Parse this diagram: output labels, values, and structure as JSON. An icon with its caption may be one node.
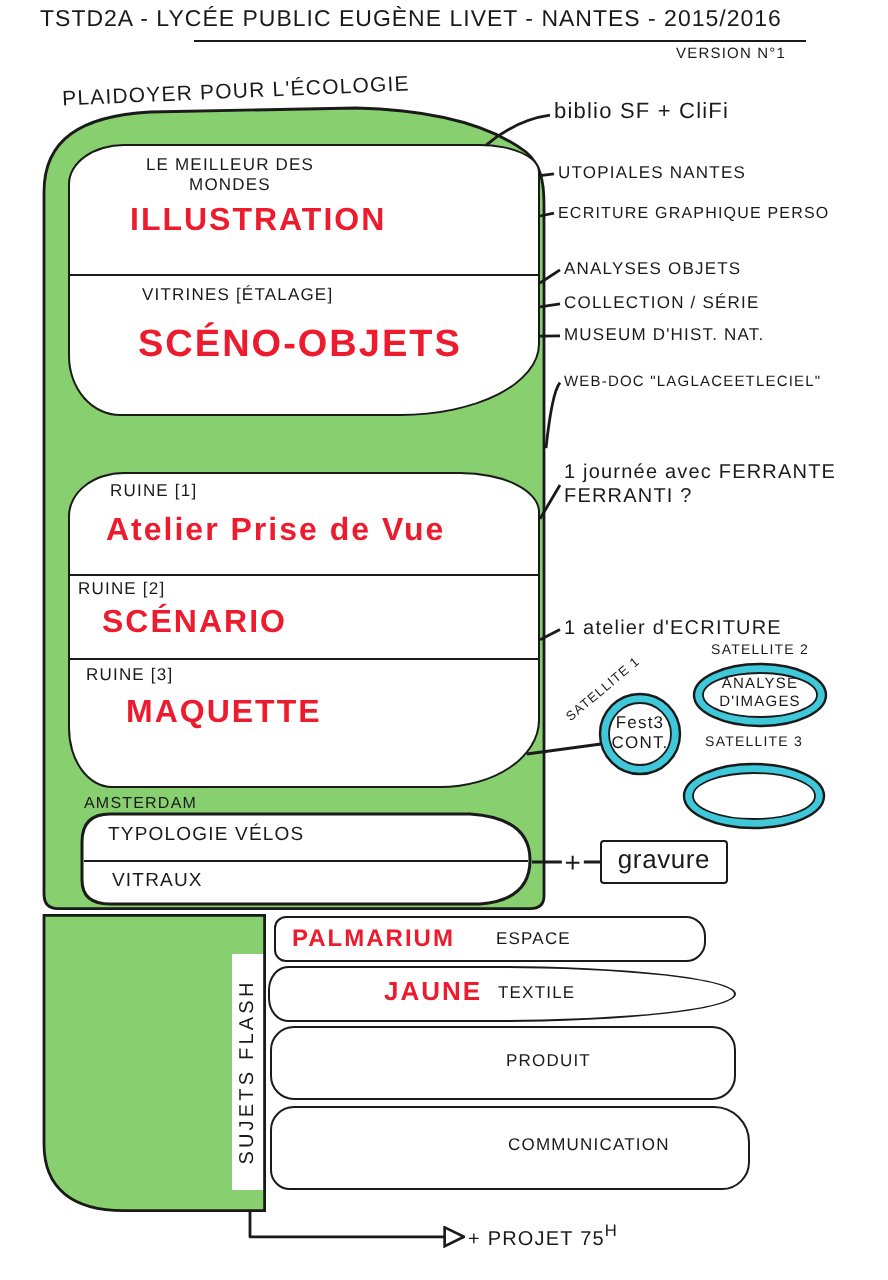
{
  "diagram": {
    "title": "TSTD2A - LYCÉE PUBLIC EUGÈNE LIVET - NANTES - 2015/2016",
    "nodes": [
      {
        "text": [
          "PLAIDOYER POUR L'ÉCOLOGIE"
        ]
      },
      {
        "text": [
          "LE MEILLEUR DES MONDES",
          "ILLUSTRATION"
        ],
        "in": 0
      },
      {
        "text": [
          "VITRINES [ÉTALAGE]",
          "SCÉNO-OBJETS"
        ],
        "in": 0
      },
      {
        "text": [
          "biblio SF + CliFi"
        ]
      },
      {
        "text": [
          "UTOPIALES NANTES"
        ]
      },
      {
        "text": [
          "ECRITURE GRAPHIQUE PERSO"
        ]
      },
      {
        "text": [
          "ANALYSES OBJETS"
        ]
      },
      {
        "text": [
          "COLLECTION / SÉRIE"
        ]
      },
      {
        "text": [
          "MUSEUM D'HIST. NAT."
        ]
      },
      {
        "text": [
          "WEB-DOC \"LAGLACEETLECIEL\""
        ]
      },
      {
        "text": [
          "RUINE [1]",
          "Atelier Prise de Vue"
        ],
        "in": 0
      },
      {
        "text": [
          "1 journée avec FERRANTE FERRANTI ?"
        ]
      },
      {
        "text": [
          "RUINE [2]",
          "SCÉNARIO"
        ],
        "in": 0
      },
      {
        "text": [
          "1 atelier d'ECRITURE"
        ]
      },
      {
        "text": [
          "RUINE [3]",
          "MAQUETTE"
        ],
        "in": 0
      },
      {
        "text": [
          "SATELLITE 1",
          "Fest3 CONT."
        ]
      },
      {
        "text": [
          "SATELLITE 2",
          "ANALYSE D'IMAGES"
        ]
      },
      {
        "text": [
          "SATELLITE 3"
        ]
      },
      {
        "text": [
          "AMSTERDAM"
        ],
        "in": 0
      },
      {
        "text": [
          "TYPOLOGIE VÉLOS"
        ],
        "in": 18
      },
      {
        "text": [
          "VITRAUX"
        ],
        "in": 18
      },
      {
        "text": [
          "gravure"
        ]
      },
      {
        "text": [
          "SUJETS FLASH"
        ]
      },
      {
        "text": [
          "PALMARIUM",
          "ESPACE"
        ]
      },
      {
        "text": [
          "JAUNE",
          "TEXTILE"
        ]
      },
      {
        "text": [
          "PRODUIT"
        ]
      },
      {
        "text": [
          "COMMUNICATION"
        ]
      },
      {
        "text": [
          "+ PROJET 75$^{H}$"
        ]
      }
    ],
    "edges": [
      {
        "from": 3,
        "to": 1,
        "arrow": "none"
      },
      {
        "from": 4,
        "to": 1,
        "arrow": "none"
      },
      {
        "from": 5,
        "to": 1,
        "arrow": "none"
      },
      {
        "from": 6,
        "to": 2,
        "arrow": "none"
      },
      {
        "from": 7,
        "to": 2,
        "arrow": "none"
      },
      {
        "from": 8,
        "to": 2,
        "arrow": "none"
      },
      {
        "from": 9,
        "to": 0,
        "arrow": "none"
      },
      {
        "from": 11,
        "to": 10,
        "arrow": "none"
      },
      {
        "from": 13,
        "to": 12,
        "arrow": "none"
      },
      {
        "from": 15,
        "to": 14,
        "arrow": "none"
      },
      {
        "from": 18,
        "to": 21,
        "arrow": "none",
        "label": "+"
      },
      {
        "from": 22,
        "to": 27,
        "arrow": "to"
      }
    ],
    "labels": [
      "VERSION N°1"
    ]
  }
}
